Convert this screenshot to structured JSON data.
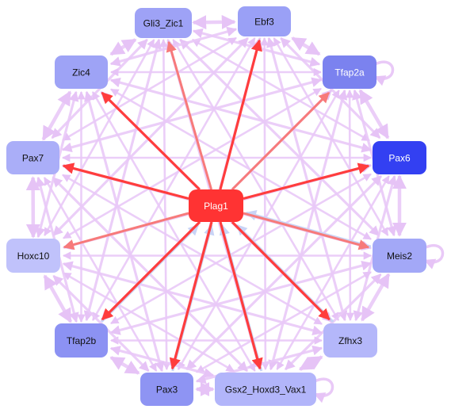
{
  "colors": {
    "background": "#ffffff",
    "hub": "#ff3b3b",
    "hub_edge_strong": "#ff3d3d",
    "hub_edge_soft": "#f77a7a",
    "mesh_edge": "#e9c9f7",
    "incoming_edge": "#c9d4f6",
    "node_light": "#b7b9fb",
    "node_mid": "#9ea3f6",
    "node_deep": "#7b82ef",
    "node_dark": "#3340f2"
  },
  "hub": {
    "id": "plag1",
    "label": "Plag1",
    "color": "#ff3333"
  },
  "nodes": [
    {
      "id": "gli3_zic1",
      "label": "Gli3_Zic1",
      "color": "#9ea2f6",
      "light_text": false
    },
    {
      "id": "ebf3",
      "label": "Ebf3",
      "color": "#9aa0f6",
      "light_text": false
    },
    {
      "id": "tfap2a",
      "label": "Tfap2a",
      "color": "#7b82ef",
      "light_text": true
    },
    {
      "id": "pax6",
      "label": "Pax6",
      "color": "#3340f2",
      "light_text": true
    },
    {
      "id": "meis2",
      "label": "Meis2",
      "color": "#a3a8f7",
      "light_text": false
    },
    {
      "id": "zfhx3",
      "label": "Zfhx3",
      "color": "#b4b7fa",
      "light_text": false
    },
    {
      "id": "gsx2_hoxd3_vax1",
      "label": "Gsx2_Hoxd3_Vax1",
      "color": "#b2b5fa",
      "light_text": false
    },
    {
      "id": "pax3",
      "label": "Pax3",
      "color": "#8e94f3",
      "light_text": false
    },
    {
      "id": "tfap2b",
      "label": "Tfap2b",
      "color": "#8c92f3",
      "light_text": false
    },
    {
      "id": "hoxc10",
      "label": "Hoxc10",
      "color": "#c0c2fb",
      "light_text": false
    },
    {
      "id": "pax7",
      "label": "Pax7",
      "color": "#aaaef8",
      "light_text": false
    },
    {
      "id": "zic4",
      "label": "Zic4",
      "color": "#9ea3f6",
      "light_text": false
    }
  ],
  "hub_edges": [
    {
      "to": "gli3_zic1",
      "strength": "soft"
    },
    {
      "to": "ebf3",
      "strength": "strong"
    },
    {
      "to": "tfap2a",
      "strength": "soft"
    },
    {
      "to": "pax6",
      "strength": "strong"
    },
    {
      "to": "meis2",
      "strength": "soft"
    },
    {
      "to": "zfhx3",
      "strength": "strong"
    },
    {
      "to": "gsx2_hoxd3_vax1",
      "strength": "strong"
    },
    {
      "to": "pax3",
      "strength": "strong"
    },
    {
      "to": "tfap2b",
      "strength": "strong"
    },
    {
      "to": "hoxc10",
      "strength": "soft"
    },
    {
      "to": "pax7",
      "strength": "strong"
    },
    {
      "to": "zic4",
      "strength": "strong"
    }
  ],
  "incoming_edges": [
    "meis2",
    "zfhx3",
    "gsx2_hoxd3_vax1",
    "pax3",
    "tfap2b"
  ],
  "self_loops": [
    "tfap2a",
    "meis2",
    "gsx2_hoxd3_vax1"
  ]
}
